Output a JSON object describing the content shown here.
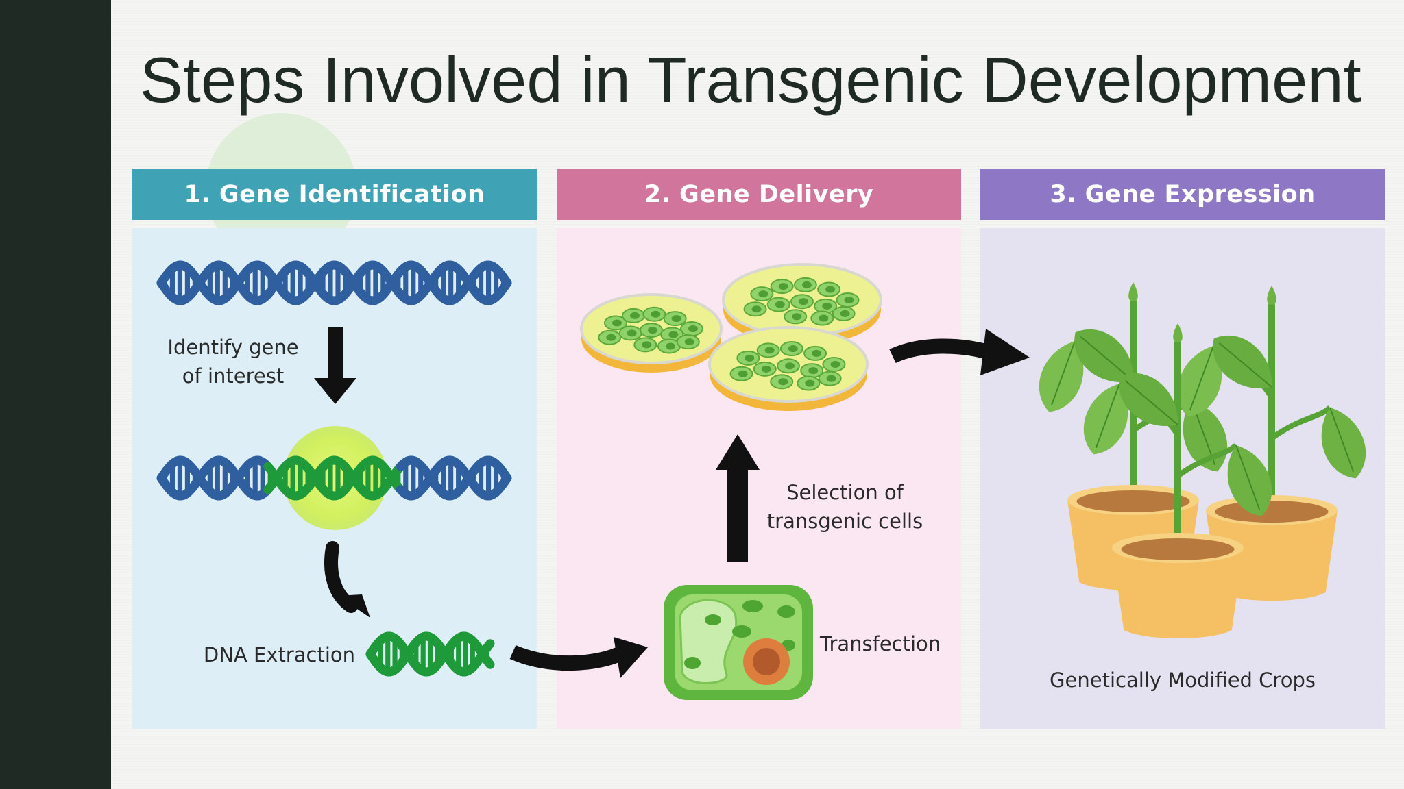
{
  "slide": {
    "title": "Steps Involved in Transgenic Development"
  },
  "panels": [
    {
      "header": "1.  Gene Identification"
    },
    {
      "header": "2.  Gene Delivery"
    },
    {
      "header": "3.  Gene Expression"
    }
  ],
  "labels": {
    "identify": "Identify gene\nof interest",
    "extraction": "DNA Extraction",
    "selection": "Selection of\ntransgenic cells",
    "transfection": "Transfection",
    "crops": "Genetically Modified Crops"
  },
  "colors": {
    "sidebar": "#1f2a25",
    "panel1": "#3fa3b5",
    "panel2": "#d2759c",
    "panel3": "#8e78c6",
    "dna_blue": "#2f5f9e",
    "dna_green": "#1f9a3a",
    "highlight": "#d5f266",
    "plant_green": "#5ea63b",
    "pot": "#f1b44b"
  },
  "icons": [
    "dna-helix-icon",
    "down-arrow-icon",
    "curved-arrow-icon",
    "petri-dish-icon",
    "plant-cell-icon",
    "up-arrow-icon",
    "potted-plant-icon"
  ]
}
